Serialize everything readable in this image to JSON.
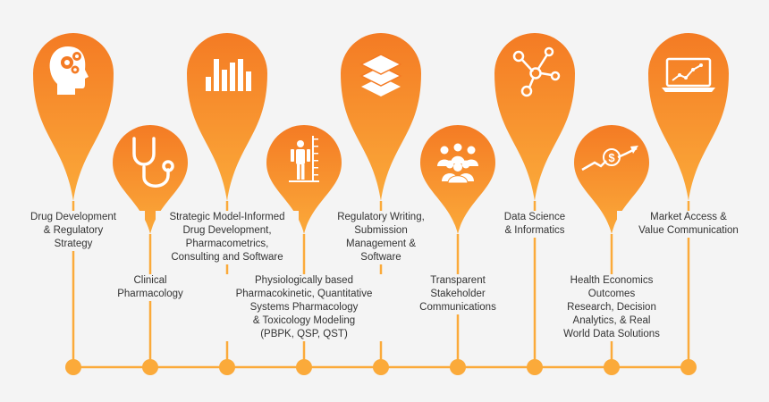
{
  "colors": {
    "pin_top": "#f47b24",
    "pin_bottom": "#fbaa3a",
    "line": "#fbaa3a",
    "text": "#333333",
    "background": "#f4f4f4"
  },
  "services": [
    {
      "label": "Drug Development\n& Regulatory\nStrategy",
      "icon": "head-gears-icon"
    },
    {
      "label": "Clinical\nPharmacology",
      "icon": "stethoscope-icon"
    },
    {
      "label": "Strategic Model-Informed\nDrug Development,\nPharmacometrics,\nConsulting and Software",
      "icon": "bar-chart-icon"
    },
    {
      "label": "Physiologically based\nPharmacokinetic, Quantitative\nSystems Pharmacology\n& Toxicology Modeling\n(PBPK, QSP, QST)",
      "icon": "human-scale-icon"
    },
    {
      "label": "Regulatory Writing,\nSubmission\nManagement &\nSoftware",
      "icon": "layers-icon"
    },
    {
      "label": "Transparent\nStakeholder\nCommunications",
      "icon": "people-group-icon"
    },
    {
      "label": "Data Science\n& Informatics",
      "icon": "network-nodes-icon"
    },
    {
      "label": "Health Economics\nOutcomes\nResearch, Decision\nAnalytics, & Real\nWorld Data Solutions",
      "icon": "dollar-trend-icon"
    },
    {
      "label": "Market Access &\nValue Communication",
      "icon": "laptop-chart-icon"
    }
  ]
}
